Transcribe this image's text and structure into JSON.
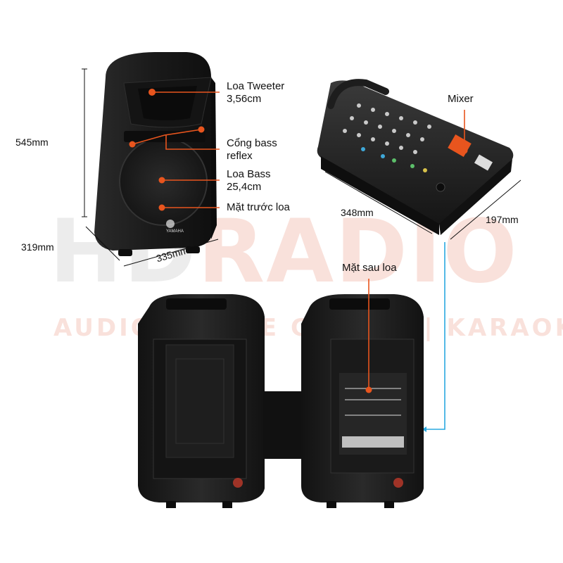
{
  "watermark": {
    "brand_hd": "HD",
    "brand_radio": "RADIO",
    "tagline": "AUDIO | HOME CINEMA | KARAOKE"
  },
  "labels": {
    "tweeter": "Loa Tweeter",
    "tweeter_size": "3,56cm",
    "bass_port": "Cổng bass",
    "bass_port_2": "reflex",
    "bass": "Loa Bass",
    "bass_size": "25,4cm",
    "front": "Mặt trước loa",
    "mixer": "Mixer",
    "rear": "Mặt sau loa"
  },
  "dimensions": {
    "speaker_height": "545mm",
    "speaker_depth": "319mm",
    "speaker_width": "335mm",
    "mixer_width": "348mm",
    "mixer_depth": "197mm"
  },
  "brand": {
    "logo_text": "YAMAHA"
  },
  "colors": {
    "callout": "#e8551e",
    "cyan_link": "#2aa9e0",
    "speaker_body": "#1c1c1c"
  }
}
